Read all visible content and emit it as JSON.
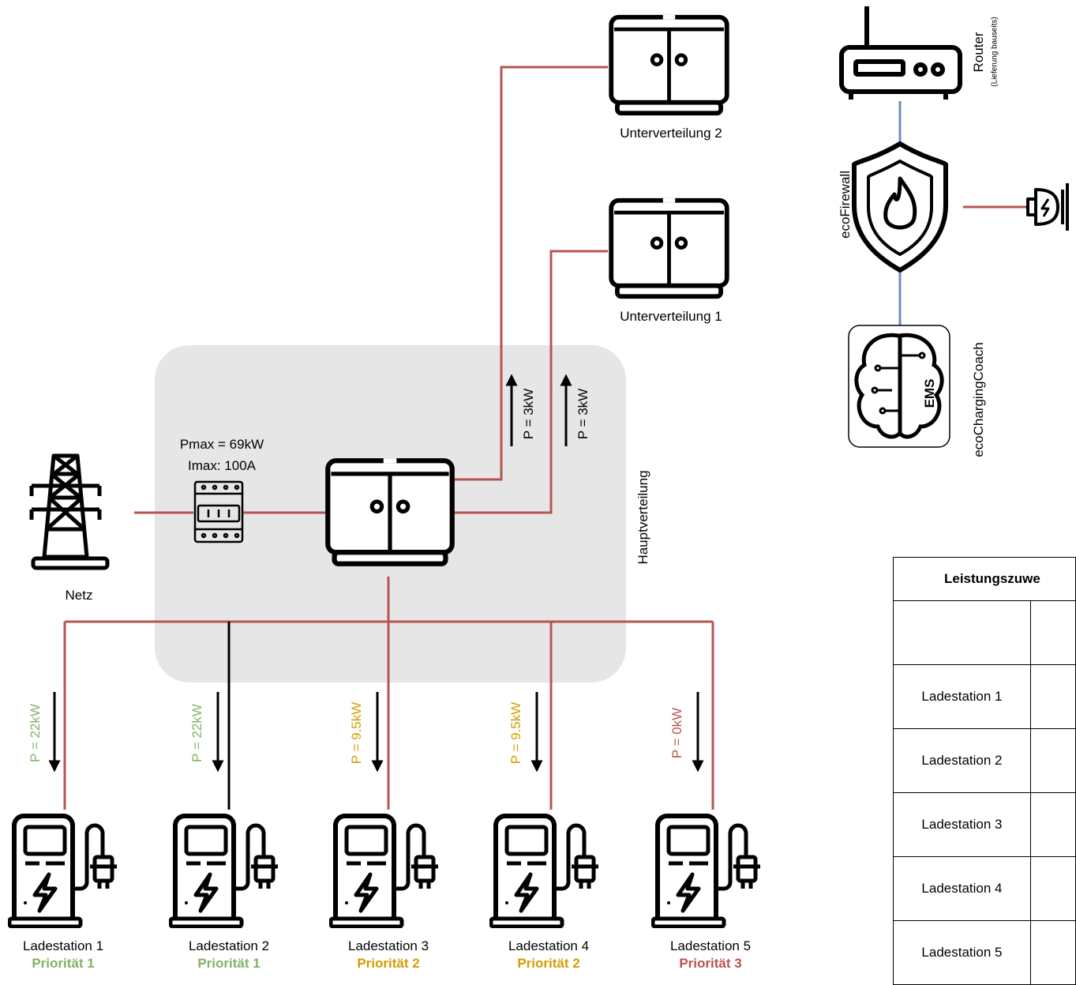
{
  "colors": {
    "power_line": "#b85450",
    "comm_line": "#6c8ebf",
    "prio1": "#82b366",
    "prio2": "#d79b00",
    "prio3": "#b85450",
    "zone_fill": "#e6e6e6"
  },
  "grid": {
    "label": "Netz",
    "icon": "power-pylon-icon"
  },
  "breaker": {
    "pmax": "Pmax = 69kW",
    "imax": "Imax: 100A",
    "icon": "circuit-breaker-icon"
  },
  "main_panel": {
    "label": "Hauptverteilung",
    "icon": "distribution-cabinet-icon"
  },
  "sub_panels": [
    {
      "label": "Unterverteilung 2",
      "flow": "P = 3kW"
    },
    {
      "label": "Unterverteilung 1",
      "flow": "P = 3kW"
    }
  ],
  "network": {
    "router": {
      "label": "Router",
      "note": "(Lieferung bauseits)",
      "icon": "router-icon"
    },
    "firewall": {
      "label": "ecoFirewall",
      "icon": "shield-flame-icon"
    },
    "ems": {
      "label": "ecoChargingCoach",
      "badge": "EMS",
      "icon": "brain-circuit-icon"
    }
  },
  "stations": [
    {
      "label": "Ladestation 1",
      "priority": "Priorität 1",
      "power": "P = 22kW",
      "level": "prio1"
    },
    {
      "label": "Ladestation 2",
      "priority": "Priorität 1",
      "power": "P = 22kW",
      "level": "prio1"
    },
    {
      "label": "Ladestation 3",
      "priority": "Priorität 2",
      "power": "P = 9.5kW",
      "level": "prio2"
    },
    {
      "label": "Ladestation 4",
      "priority": "Priorität 2",
      "power": "P = 9.5kW",
      "level": "prio2"
    },
    {
      "label": "Ladestation 5",
      "priority": "Priorität 3",
      "power": "P = 0kW",
      "level": "prio3"
    }
  ],
  "table": {
    "header": "Leistungszuwe",
    "rows": [
      "Ladestation 1",
      "Ladestation 2",
      "Ladestation 3",
      "Ladestation 4",
      "Ladestation 5"
    ]
  }
}
